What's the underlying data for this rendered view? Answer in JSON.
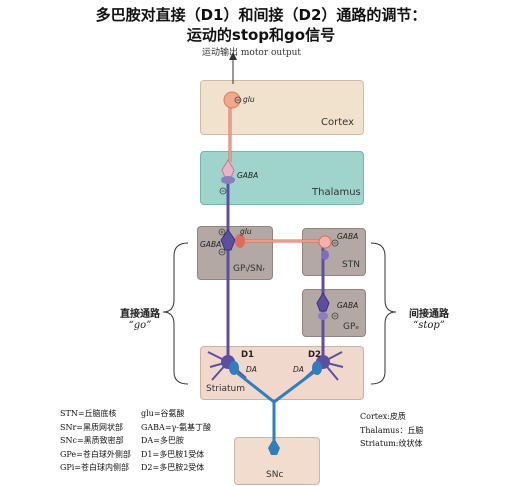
{
  "title": {
    "line1": "多巴胺对直接（D1）和间接（D2）通路的调节：",
    "line2": "运动的stop和go信号"
  },
  "output_label": "运动输出 motor output",
  "boxes": {
    "cortex": "Cortex",
    "thalamus": "Thalamus",
    "gpi_snr": "GPᵢ/SNᵣ",
    "stn": "STN",
    "gpe": "GPₑ",
    "striatum": "Striatum",
    "snc": "SNc"
  },
  "neuron_labels": {
    "cortex_glu": "glu",
    "thalamus_gaba": "GABA",
    "gpi_gaba": "GABA",
    "gpi_glu": "glu",
    "stn_gaba": "GABA",
    "gpe_gaba": "GABA",
    "d1": "D1",
    "d2": "D2",
    "da_left": "DA",
    "da_right": "DA"
  },
  "pathways": {
    "direct_name": "直接通路",
    "direct_signal": "“go”",
    "indirect_name": "间接通路",
    "indirect_signal": "“stop”"
  },
  "legend_left": [
    "STN=丘脑底核",
    "SNr=黑质网状部",
    "SNc=黑质致密部",
    "GPe=苍白球外侧部",
    "GPi=苍白球内侧部"
  ],
  "legend_mid": [
    "glu=谷氨酸",
    "GABA=γ-氨基丁酸",
    "DA=多巴胺",
    "D1=多巴胺1受体",
    "D2=多巴胺2受体"
  ],
  "legend_right": [
    "Cortex:皮质",
    "Thalamus：丘脑",
    "Striatum:纹状体"
  ],
  "colors": {
    "cortex": "#f1e2cd",
    "thalamus": "#9ed4cc",
    "gray_box": "#b3a8a3",
    "striatum": "#f1d8cc",
    "snc": "#f1dccd",
    "purple": "#5c4fa0",
    "red": "#e26a5a",
    "blue": "#2f7fbf"
  }
}
